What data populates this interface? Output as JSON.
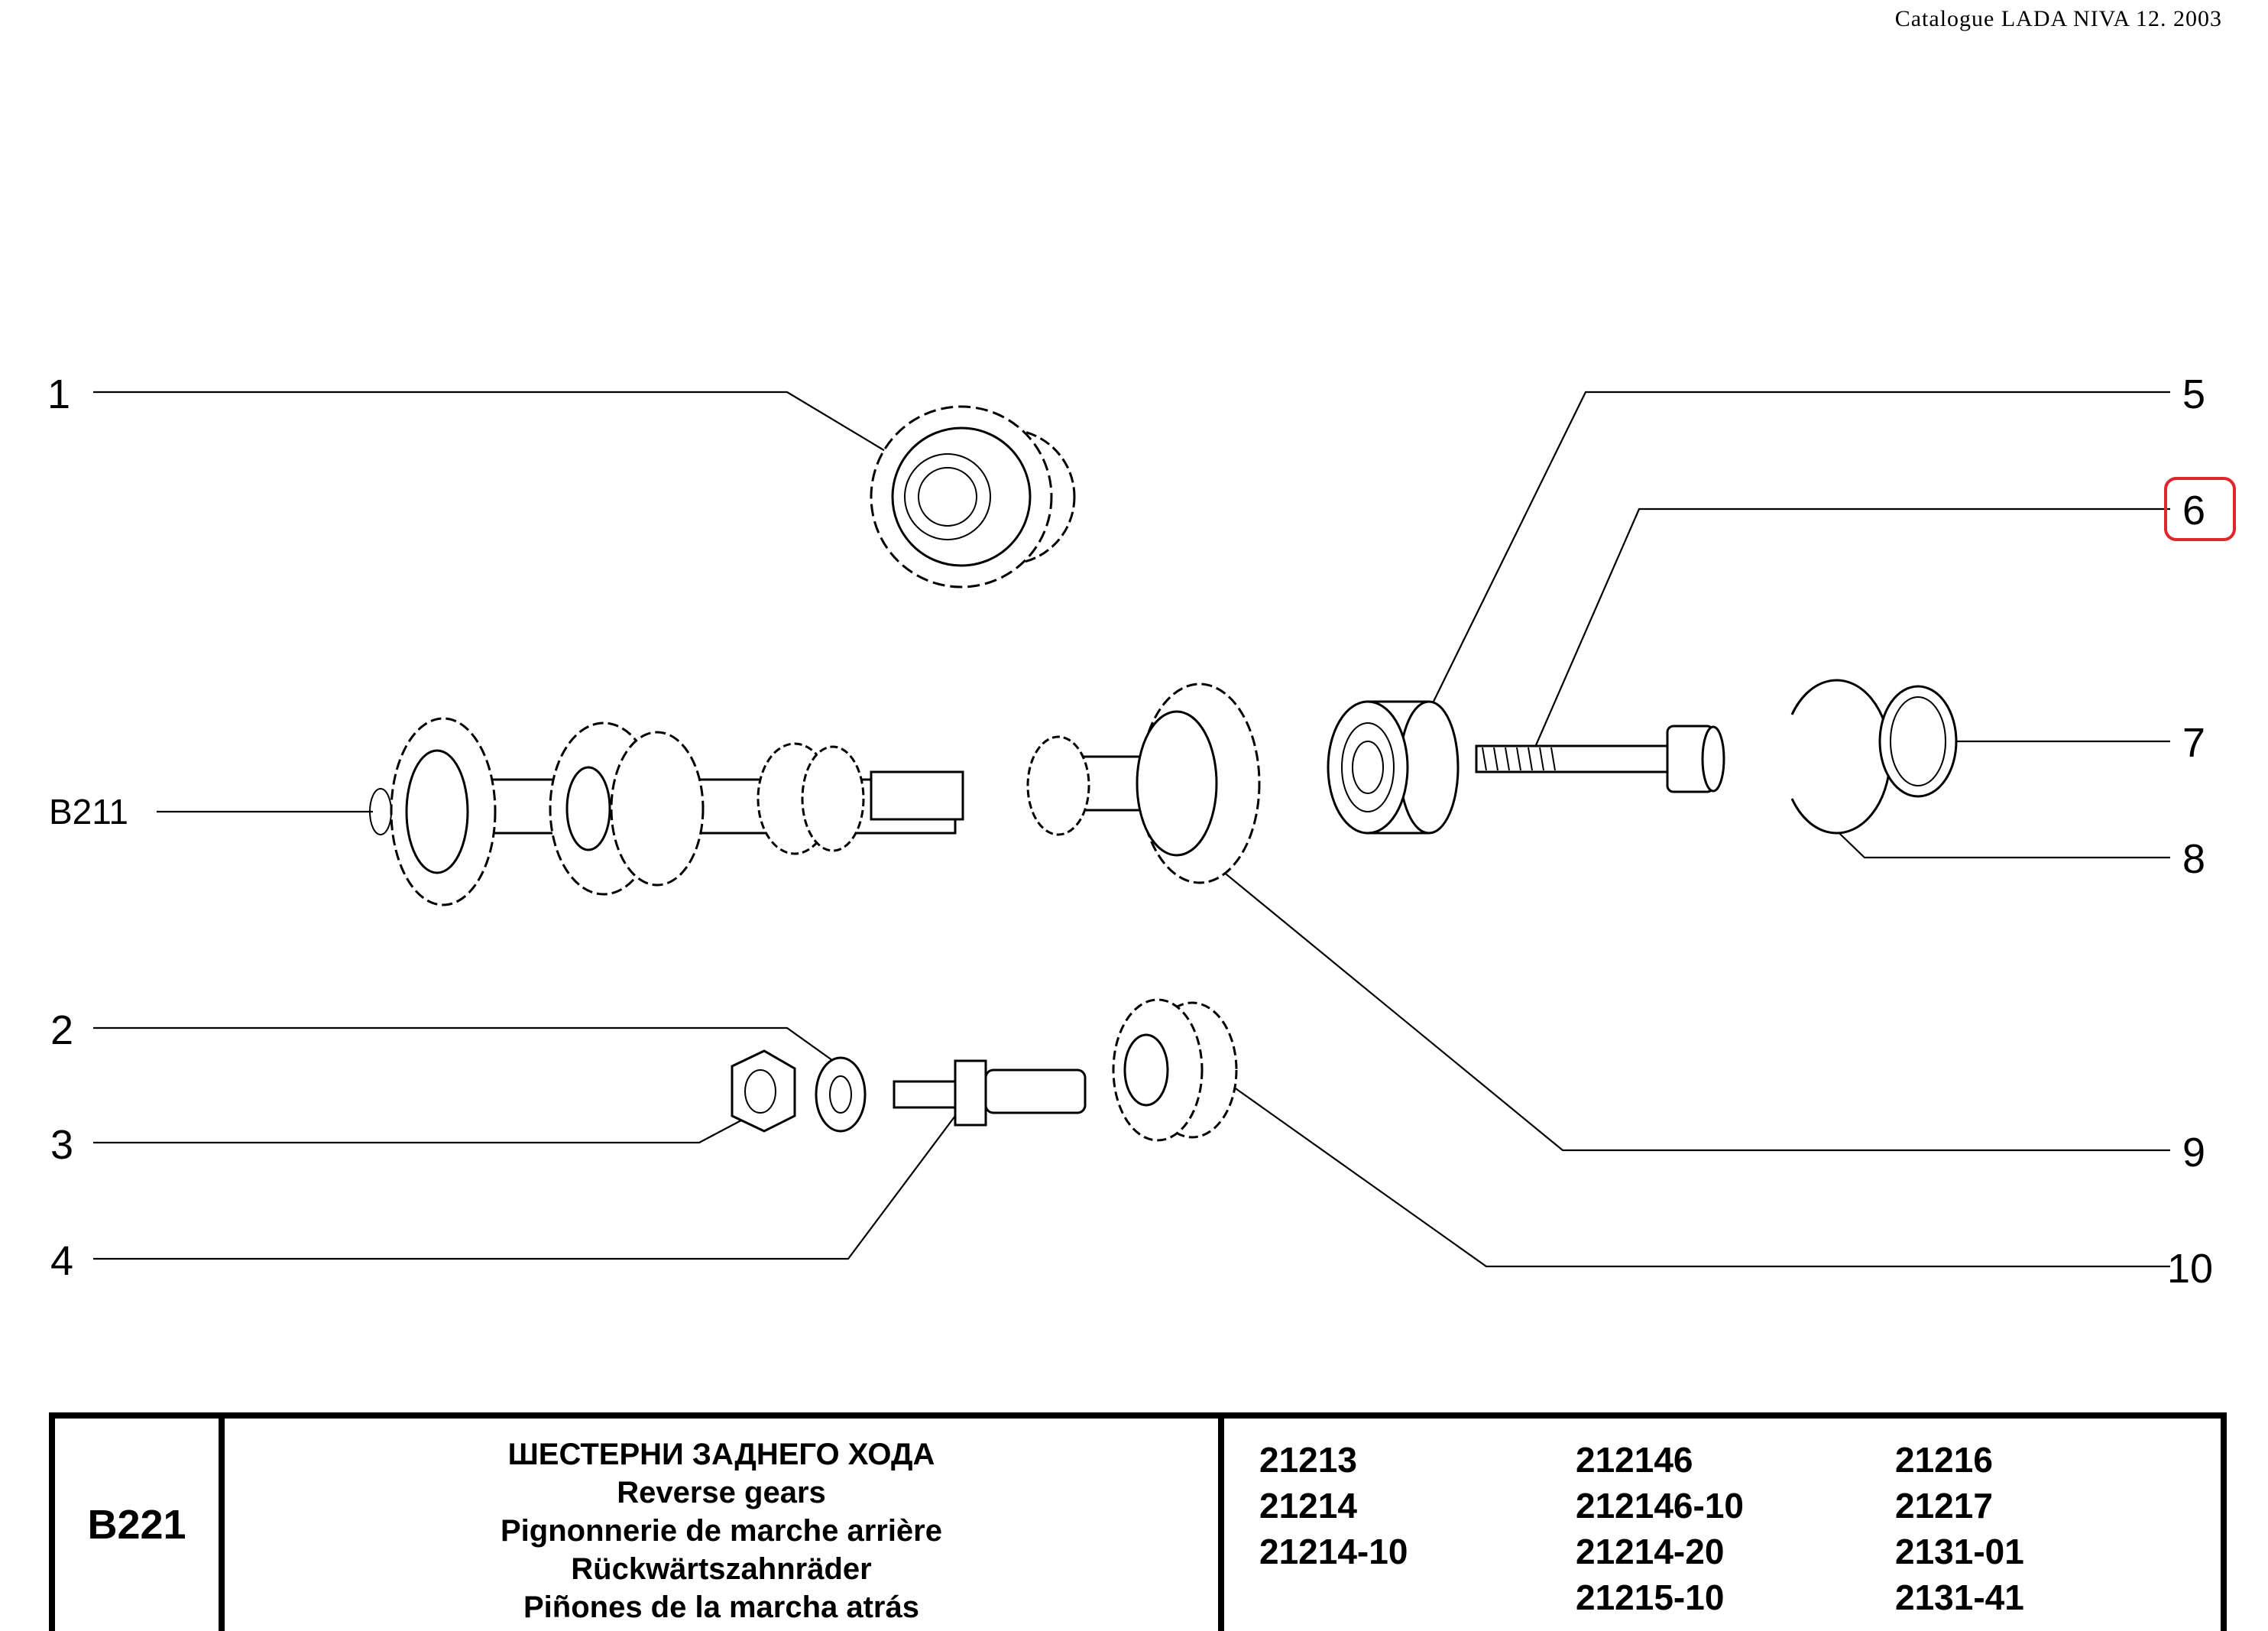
{
  "header": {
    "text": "Catalogue LADA NIVA 12. 2003"
  },
  "diagram": {
    "reference_label": "B211",
    "callouts": [
      "1",
      "2",
      "3",
      "4",
      "5",
      "6",
      "7",
      "8",
      "9",
      "10"
    ],
    "highlighted_callout": "6",
    "highlight_color": "#e0262b"
  },
  "table": {
    "code": "B221",
    "titles": [
      "ШЕСТЕРНИ ЗАДНЕГО ХОДА",
      "Reverse gears",
      "Pignonnerie de marche arrière",
      "Rückwärtszahnräder",
      "Piñones de la marcha atrás"
    ],
    "models": [
      [
        "21213",
        "21214",
        "21214-10"
      ],
      [
        "212146",
        "212146-10",
        "21214-20",
        "21215-10"
      ],
      [
        "21216",
        "21217",
        "2131-01",
        "2131-41"
      ]
    ]
  }
}
